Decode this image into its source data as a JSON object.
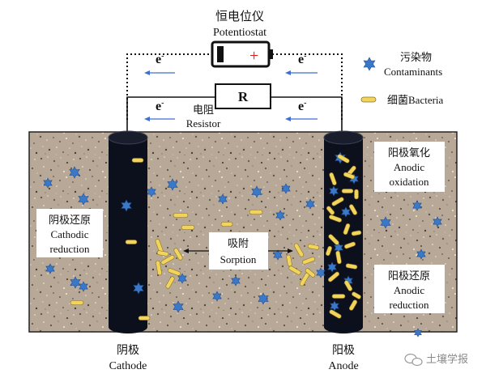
{
  "potentiostat": {
    "label_zh": "恒电位仪",
    "label_en": "Potentiostat",
    "plus_sign": "+"
  },
  "electron_label": {
    "base": "e",
    "sup": "-"
  },
  "resistor": {
    "symbol": "R",
    "label_zh": "电阻",
    "label_en": "Resistor"
  },
  "legend": {
    "contaminants_zh": "污染物",
    "contaminants_en": "Contaminants",
    "bacteria_label": "细菌Bacteria"
  },
  "annotations": {
    "cathodic_reduction_zh": "阴极还原",
    "cathodic_reduction_en_1": "Cathodic",
    "cathodic_reduction_en_2": "reduction",
    "sorption_zh": "吸附",
    "sorption_en": "Sorption",
    "anodic_oxidation_zh": "阳极氧化",
    "anodic_oxidation_en_1": "Anodic",
    "anodic_oxidation_en_2": "oxidation",
    "anodic_reduction_zh": "阳极还原",
    "anodic_reduction_en_1": "Anodic",
    "anodic_reduction_en_2": "reduction"
  },
  "electrodes": {
    "cathode_zh": "阴极",
    "cathode_en": "Cathode",
    "anode_zh": "阳极",
    "anode_en": "Anode"
  },
  "watermark": "土壤学报",
  "colors": {
    "contaminant": "#3a78c8",
    "bacteria_fill": "#f2d45c",
    "bacteria_stroke": "#8a7420",
    "electrode": "#0c0f1c",
    "soil_base": "#b8a898",
    "arrow": "#3f6fd0",
    "battery_plus": "#e01818"
  }
}
